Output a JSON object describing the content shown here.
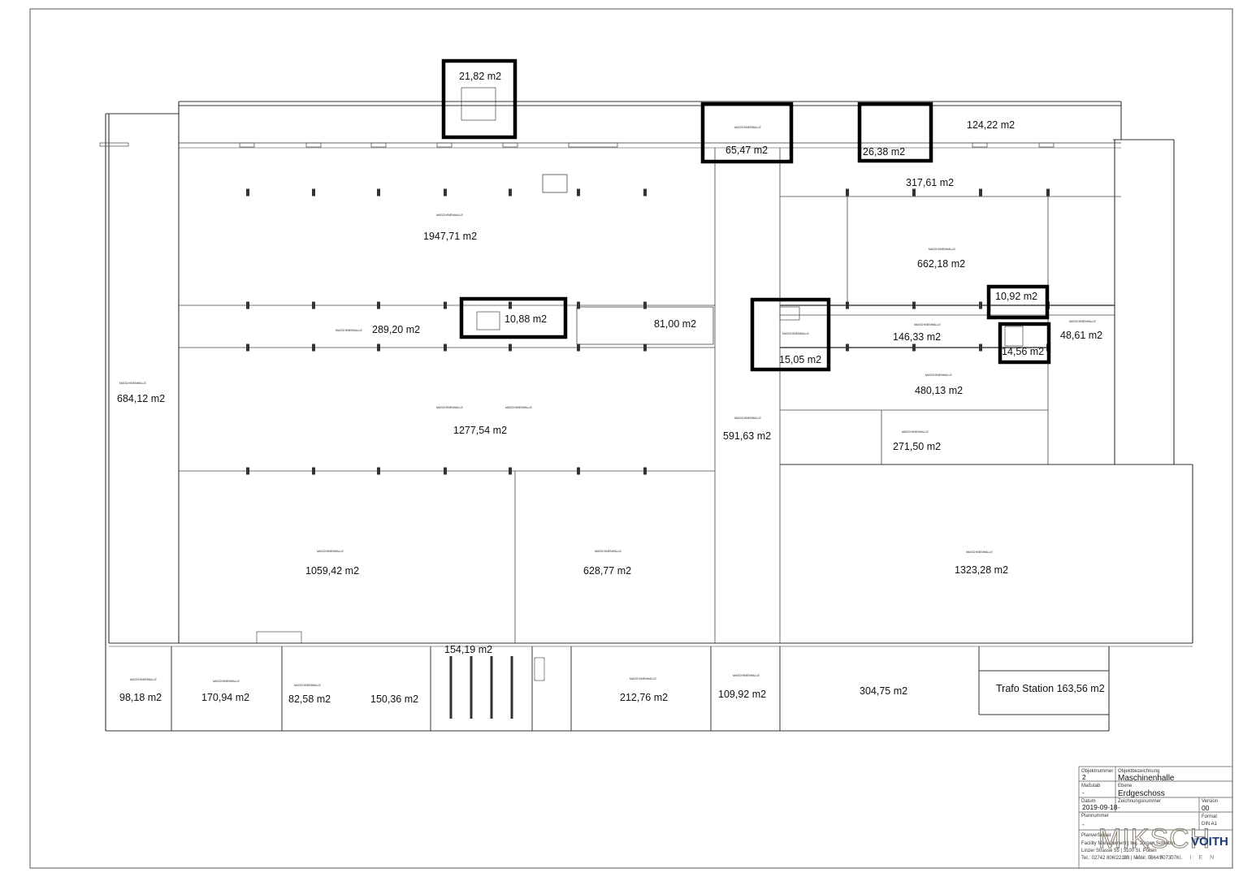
{
  "drawing": {
    "labels": [
      {
        "id": "a1",
        "text": "21,82 m2"
      },
      {
        "id": "a2",
        "text": "65,47 m2"
      },
      {
        "id": "a3",
        "text": "26,38 m2"
      },
      {
        "id": "a4",
        "text": "124,22 m2"
      },
      {
        "id": "a5",
        "text": "317,61 m2"
      },
      {
        "id": "a6",
        "text": "1947,71 m2"
      },
      {
        "id": "a7",
        "text": "662,18 m2"
      },
      {
        "id": "a8",
        "text": "10,92 m2"
      },
      {
        "id": "a9",
        "text": "289,20 m2"
      },
      {
        "id": "a10",
        "text": "10,88 m2"
      },
      {
        "id": "a11",
        "text": "81,00 m2"
      },
      {
        "id": "a12",
        "text": "146,33 m2"
      },
      {
        "id": "a13",
        "text": "48,61 m2"
      },
      {
        "id": "a14",
        "text": "15,05 m2"
      },
      {
        "id": "a15",
        "text": "14,56 m2"
      },
      {
        "id": "a16",
        "text": "684,12 m2"
      },
      {
        "id": "a17",
        "text": "480,13 m2"
      },
      {
        "id": "a18",
        "text": "1277,54 m2"
      },
      {
        "id": "a19",
        "text": "591,63 m2"
      },
      {
        "id": "a20",
        "text": "271,50 m2"
      },
      {
        "id": "a21",
        "text": "1059,42 m2"
      },
      {
        "id": "a22",
        "text": "628,77 m2"
      },
      {
        "id": "a23",
        "text": "1323,28 m2"
      },
      {
        "id": "a24",
        "text": "154,19 m2"
      },
      {
        "id": "a25",
        "text": "98,18 m2"
      },
      {
        "id": "a26",
        "text": "170,94 m2"
      },
      {
        "id": "a27",
        "text": "82,58 m2"
      },
      {
        "id": "a28",
        "text": "150,36 m2"
      },
      {
        "id": "a29",
        "text": "212,76 m2"
      },
      {
        "id": "a30",
        "text": "109,92 m2"
      },
      {
        "id": "a31",
        "text": "304,75 m2"
      },
      {
        "id": "a32",
        "text": "Trafo Station 163,56 m2"
      }
    ],
    "room_tag": "MASCHINENHALLE"
  },
  "title_block": {
    "objektnummer_label": "Objektnummer",
    "objektnummer": "2",
    "objektbezeichnung_label": "Objektbezeichnung",
    "objektbezeichnung": "Maschinenhalle",
    "massstab_label": "Maßstab",
    "massstab": "-",
    "ebene_label": "Ebene",
    "ebene": "Erdgeschoss",
    "version_label": "Version",
    "version": "00",
    "datum_label": "Datum",
    "datum": "2019-09-18",
    "zeichnungsnummer_label": "Zeichnungsnummer",
    "zeichnungsnummer": "-",
    "format_label": "Format",
    "format": "DIN A1",
    "plannummer_label": "Plannummer",
    "plannummer": "-",
    "planverfasser_label": "Planverfasser",
    "planverfasser_line1": "Facility Management | Ing. Jürgen Scheiber",
    "planverfasser_line2": "Linzer Strasse 55 | 3100 St. Pölten",
    "planverfasser_line3": "Tel.: 02742 806 22183 | Mobil: 0664 8073076",
    "logo_text": "MIKSCH",
    "logo_sub": "IMMOBILIEN",
    "brand": "VOITH"
  }
}
